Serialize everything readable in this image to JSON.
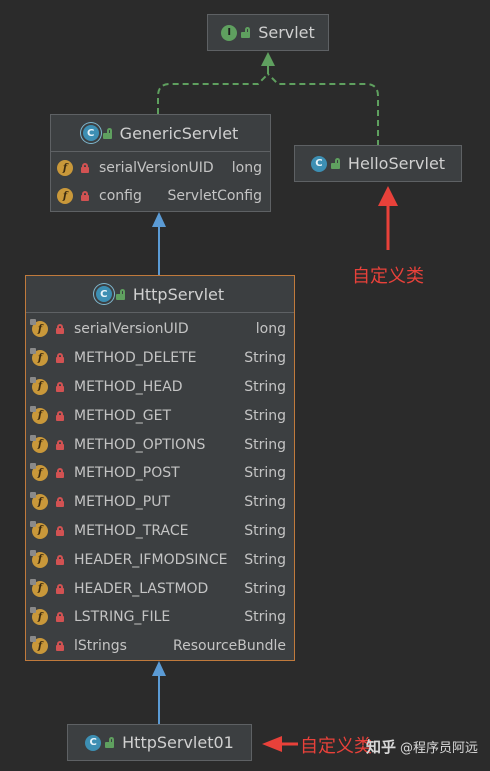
{
  "nodes": {
    "servlet": {
      "name": "Servlet",
      "kind": "interface",
      "badge": "I"
    },
    "generic_servlet": {
      "name": "GenericServlet",
      "kind": "abstract",
      "badge": "C",
      "fields": [
        {
          "name": "serialVersionUID",
          "type": "long"
        },
        {
          "name": "config",
          "type": "ServletConfig"
        }
      ]
    },
    "hello_servlet": {
      "name": "HelloServlet",
      "kind": "class",
      "badge": "C"
    },
    "http_servlet": {
      "name": "HttpServlet",
      "kind": "abstract",
      "badge": "C",
      "fields": [
        {
          "name": "serialVersionUID",
          "type": "long"
        },
        {
          "name": "METHOD_DELETE",
          "type": "String"
        },
        {
          "name": "METHOD_HEAD",
          "type": "String"
        },
        {
          "name": "METHOD_GET",
          "type": "String"
        },
        {
          "name": "METHOD_OPTIONS",
          "type": "String"
        },
        {
          "name": "METHOD_POST",
          "type": "String"
        },
        {
          "name": "METHOD_PUT",
          "type": "String"
        },
        {
          "name": "METHOD_TRACE",
          "type": "String"
        },
        {
          "name": "HEADER_IFMODSINCE",
          "type": "String"
        },
        {
          "name": "HEADER_LASTMOD",
          "type": "String"
        },
        {
          "name": "LSTRING_FILE",
          "type": "String"
        },
        {
          "name": "lStrings",
          "type": "ResourceBundle"
        }
      ]
    },
    "http_servlet01": {
      "name": "HttpServlet01",
      "kind": "class",
      "badge": "C"
    }
  },
  "field_badge": "f",
  "annotations": {
    "custom_class_1": "自定义类",
    "custom_class_2": "自定义类"
  },
  "watermark": {
    "brand": "知乎",
    "author": "@程序员阿远"
  },
  "colors": {
    "background": "#2b2b2b",
    "box": "#3c3f41",
    "selected_border": "#c07a3c",
    "extends_arrow": "#5b9bd5",
    "implements_arrow": "#5fa05f",
    "annotation": "#e8413a"
  }
}
